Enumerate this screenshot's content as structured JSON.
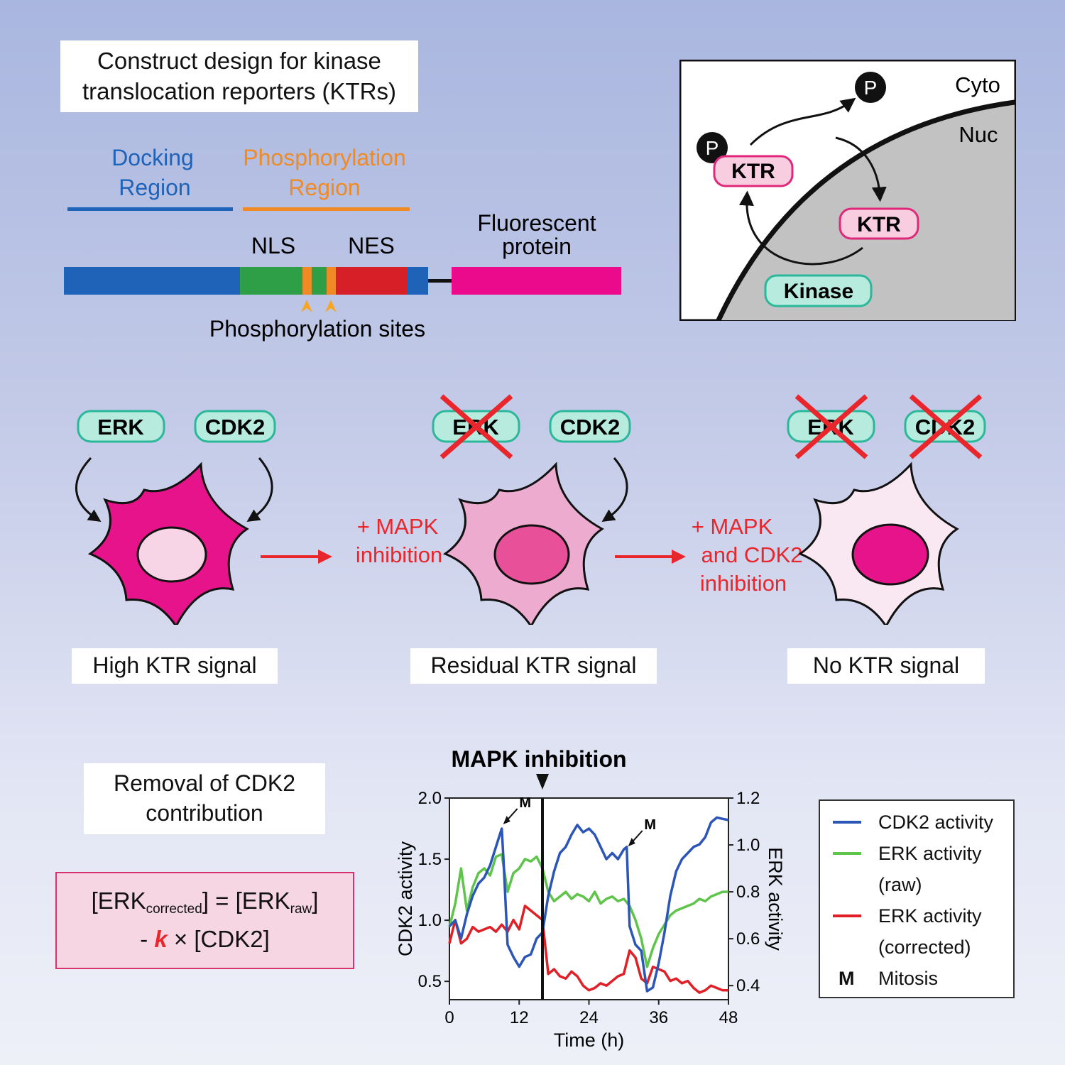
{
  "colors": {
    "docking": "#1f63b8",
    "phospho": "#f08a24",
    "nls": "#2e9e47",
    "nes": "#d61f26",
    "fp": "#ec0a8c",
    "red": "#e8262b",
    "kinase_fill": "#b7ebdd",
    "kinase_stroke": "#2ab79a",
    "ktr_fill": "#f9cde0",
    "ktr_stroke": "#e0287a",
    "cdk2_line": "#2c55b8",
    "erk_raw_line": "#5ec44a",
    "erk_corr_line": "#e01f26"
  },
  "construct": {
    "title_line1": "Construct design for kinase",
    "title_line2": "translocation reporters (KTRs)",
    "docking_line1": "Docking",
    "docking_line2": "Region",
    "phospho_line1": "Phosphorylation",
    "phospho_line2": "Region",
    "nls": "NLS",
    "nes": "NES",
    "fp_line1": "Fluorescent",
    "fp_line2": "protein",
    "sites": "Phosphorylation sites"
  },
  "mechanism": {
    "cyto": "Cyto",
    "nuc": "Nuc",
    "p": "P",
    "ktr": "KTR",
    "kinase": "Kinase"
  },
  "cells": {
    "erk": "ERK",
    "cdk2": "CDK2",
    "step1_line1": "+ MAPK",
    "step1_line2": "inhibition",
    "step2_line1": "+ MAPK",
    "step2_line2": "and CDK2",
    "step2_line3": "inhibition",
    "label_high": "High KTR signal",
    "label_residual": "Residual KTR signal",
    "label_none": "No KTR signal"
  },
  "removal": {
    "title_line1": "Removal of CDK2",
    "title_line2": "contribution",
    "f_erk": "[ERK",
    "f_corrected": "corrected",
    "f_eq": "] = [ERK",
    "f_raw": "raw",
    "f_close": "]",
    "f_minus": "- ",
    "f_k": "k",
    "f_rest": " × [CDK2]"
  },
  "chart_data": {
    "type": "line",
    "title": "MAPK inhibition",
    "xlabel": "Time (h)",
    "ylabel_left": "CDK2 activity",
    "ylabel_right": "ERK activity",
    "xlim": [
      0,
      48
    ],
    "ylim_left": [
      0.35,
      2.0
    ],
    "ylim_right": [
      0.34,
      1.2
    ],
    "x_ticks": [
      "0",
      "12",
      "24",
      "36",
      "48"
    ],
    "y_ticks_left": [
      "0.5",
      "1.0",
      "1.5",
      "2.0"
    ],
    "y_ticks_right": [
      "0.4",
      "0.6",
      "0.8",
      "1.0",
      "1.2"
    ],
    "event_x": 16,
    "mitosis_label": "M",
    "mitosis_points": [
      {
        "x": 9,
        "y": 1.75
      },
      {
        "x": 30.5,
        "y": 1.57
      }
    ],
    "series": [
      {
        "name": "CDK2 activity",
        "axis": "left",
        "x": [
          0,
          1,
          2,
          3,
          4,
          5,
          6,
          7,
          8,
          9,
          9.3,
          10,
          11,
          12,
          13,
          14,
          15,
          16,
          17,
          18,
          19,
          20,
          21,
          22,
          23,
          24,
          25,
          26,
          27,
          28,
          29,
          30,
          30.5,
          31,
          32,
          33,
          34,
          35,
          36,
          37,
          38,
          39,
          40,
          41,
          42,
          43,
          44,
          45,
          46,
          47,
          48
        ],
        "y": [
          0.95,
          1.0,
          0.85,
          1.05,
          1.2,
          1.3,
          1.35,
          1.45,
          1.6,
          1.75,
          1.5,
          0.8,
          0.7,
          0.62,
          0.7,
          0.72,
          0.85,
          0.9,
          1.2,
          1.4,
          1.55,
          1.6,
          1.7,
          1.78,
          1.72,
          1.75,
          1.7,
          1.6,
          1.5,
          1.55,
          1.5,
          1.58,
          1.6,
          0.95,
          0.8,
          0.75,
          0.42,
          0.45,
          0.65,
          0.9,
          1.2,
          1.4,
          1.5,
          1.55,
          1.6,
          1.62,
          1.68,
          1.8,
          1.84,
          1.83,
          1.82
        ]
      },
      {
        "name": "ERK activity (raw)",
        "axis": "right",
        "x": [
          0,
          1,
          2,
          3,
          4,
          5,
          6,
          7,
          8,
          9,
          10,
          11,
          12,
          13,
          14,
          15,
          16,
          17,
          18,
          19,
          20,
          21,
          22,
          23,
          24,
          25,
          26,
          27,
          28,
          29,
          30,
          31,
          32,
          33,
          34,
          35,
          36,
          37,
          38,
          39,
          40,
          41,
          42,
          43,
          44,
          45,
          46,
          47,
          48
        ],
        "y": [
          0.65,
          0.75,
          0.9,
          0.72,
          0.82,
          0.88,
          0.9,
          0.87,
          0.95,
          0.96,
          0.8,
          0.88,
          0.9,
          0.94,
          0.93,
          0.95,
          0.9,
          0.8,
          0.76,
          0.78,
          0.8,
          0.77,
          0.79,
          0.78,
          0.76,
          0.8,
          0.75,
          0.77,
          0.78,
          0.76,
          0.77,
          0.74,
          0.68,
          0.6,
          0.48,
          0.56,
          0.62,
          0.66,
          0.7,
          0.72,
          0.73,
          0.74,
          0.75,
          0.77,
          0.76,
          0.78,
          0.79,
          0.8,
          0.8
        ]
      },
      {
        "name": "ERK activity (corrected)",
        "axis": "right",
        "x": [
          0,
          1,
          2,
          3,
          4,
          5,
          6,
          7,
          8,
          9,
          10,
          11,
          12,
          13,
          14,
          15,
          16,
          17,
          18,
          19,
          20,
          21,
          22,
          23,
          24,
          25,
          26,
          27,
          28,
          29,
          30,
          31,
          32,
          33,
          34,
          35,
          36,
          37,
          38,
          39,
          40,
          41,
          42,
          43,
          44,
          45,
          46,
          47,
          48
        ],
        "y": [
          0.58,
          0.68,
          0.58,
          0.6,
          0.65,
          0.63,
          0.64,
          0.65,
          0.63,
          0.66,
          0.63,
          0.68,
          0.64,
          0.74,
          0.72,
          0.7,
          0.68,
          0.45,
          0.47,
          0.44,
          0.43,
          0.46,
          0.44,
          0.4,
          0.38,
          0.39,
          0.41,
          0.4,
          0.42,
          0.44,
          0.45,
          0.55,
          0.52,
          0.43,
          0.41,
          0.48,
          0.47,
          0.46,
          0.42,
          0.43,
          0.41,
          0.42,
          0.39,
          0.37,
          0.38,
          0.4,
          0.39,
          0.38,
          0.38
        ]
      }
    ]
  },
  "legend": {
    "items": [
      {
        "line1": "CDK2 activity",
        "line2": ""
      },
      {
        "line1": "ERK activity",
        "line2": "(raw)"
      },
      {
        "line1": "ERK activity",
        "line2": "(corrected)"
      }
    ],
    "m_symbol": "M",
    "m_label": "Mitosis"
  }
}
